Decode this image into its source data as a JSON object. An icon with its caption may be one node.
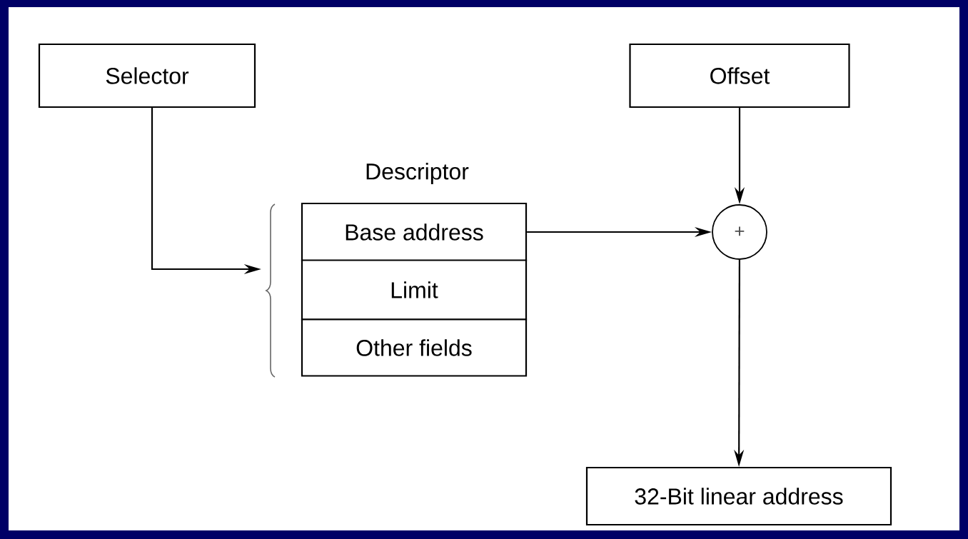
{
  "diagram": {
    "nodes": [
      {
        "text": [
          "Selector"
        ]
      },
      {
        "text": [
          "Offset"
        ]
      },
      {
        "text": [
          "Descriptor"
        ]
      },
      {
        "text": [
          "Base address"
        ]
      },
      {
        "text": [
          "Limit"
        ]
      },
      {
        "text": [
          "Other fields"
        ]
      },
      {
        "text": [
          "+"
        ]
      },
      {
        "text": [
          "32-Bit linear address"
        ]
      }
    ],
    "edges": [
      {
        "from": 0,
        "to": 2,
        "arrow": "to"
      },
      {
        "from": 1,
        "to": 6,
        "arrow": "to"
      },
      {
        "from": 3,
        "to": 6,
        "arrow": "to"
      },
      {
        "from": 6,
        "to": 7,
        "arrow": "to"
      }
    ]
  }
}
